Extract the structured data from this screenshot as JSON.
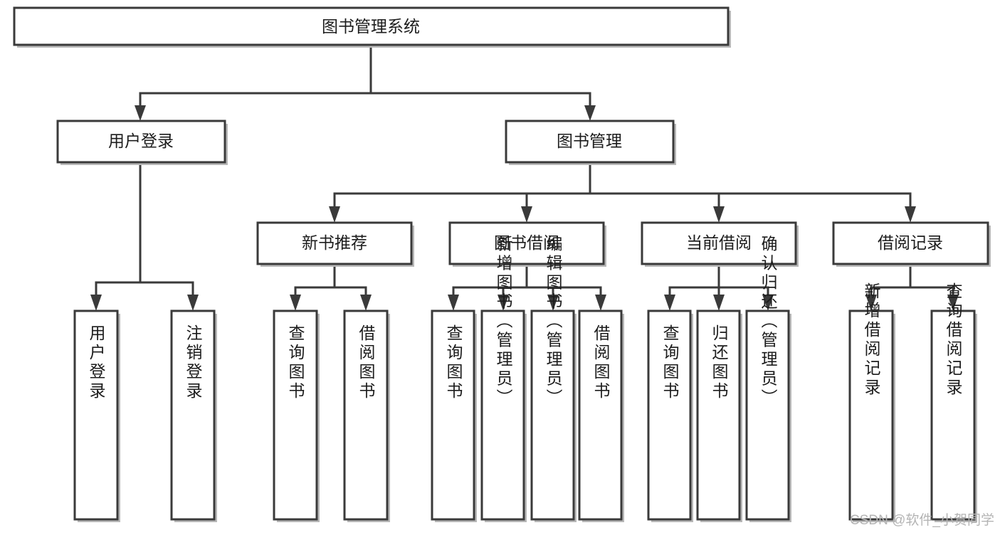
{
  "diagram": {
    "type": "tree",
    "title": "图书管理系统",
    "watermark": "CSDN @软件_小贺同学",
    "colors": {
      "background": "#ffffff",
      "node_fill": "#ffffff",
      "node_stroke": "#3a3a3a",
      "connector": "#3a3a3a",
      "text": "#1c1c1c",
      "watermark": "#b4b4b4"
    },
    "levels": {
      "root": {
        "label": "图书管理系统"
      },
      "level2": [
        {
          "label": "用户登录"
        },
        {
          "label": "图书管理"
        }
      ],
      "level3": [
        {
          "label": "新书推荐"
        },
        {
          "label": "图书借阅"
        },
        {
          "label": "当前借阅"
        },
        {
          "label": "借阅记录"
        }
      ]
    },
    "leaves": {
      "user_login": [
        {
          "label": "用户登录"
        },
        {
          "label": "注销登录"
        }
      ],
      "new_book_recommend": [
        {
          "label": "查询图书"
        },
        {
          "label": "借阅图书"
        }
      ],
      "book_borrow": [
        {
          "label": "查询图书"
        },
        {
          "label": "新增图书（管理员）"
        },
        {
          "label": "编辑图书（管理员）"
        },
        {
          "label": "借阅图书"
        }
      ],
      "current_borrow": [
        {
          "label": "查询图书"
        },
        {
          "label": "归还图书"
        },
        {
          "label": "确认归还（管理员）"
        }
      ],
      "borrow_record": [
        {
          "label": "新增借阅记录"
        },
        {
          "label": "查询借阅记录"
        }
      ]
    }
  }
}
